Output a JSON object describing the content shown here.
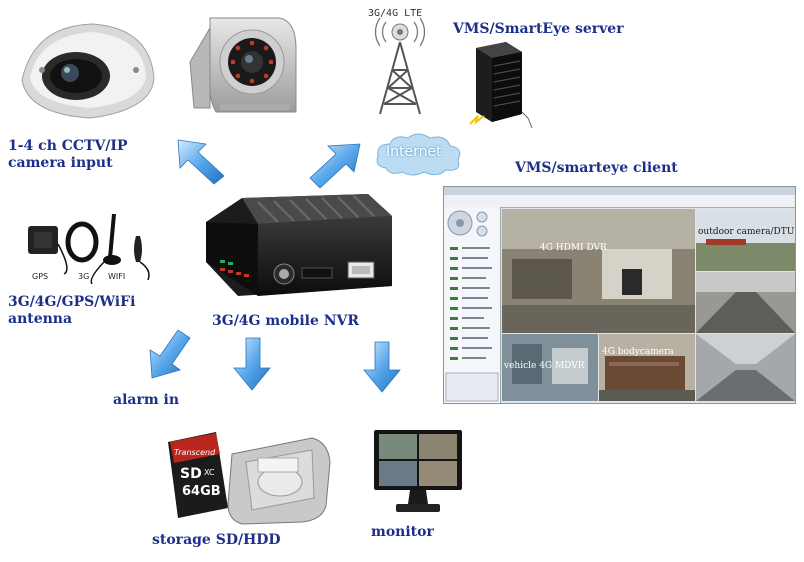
{
  "labels": {
    "camera": [
      "1-4 ch CCTV/IP",
      "camera input"
    ],
    "tower": "3G/4G LTE",
    "server": "VMS/SmartEye server",
    "internet": "Internet",
    "client": "VMS/smarteye client",
    "antenna": [
      "3G/4G/GPS/WiFi",
      "antenna"
    ],
    "antenna_icons": [
      "GPS",
      "3G",
      "WIFI"
    ],
    "nvr": "3G/4G mobile NVR",
    "alarm": "alarm in",
    "storage": "storage SD/HDD",
    "monitor": "monitor",
    "sd_brand": "Transcend",
    "sd_type": "SD",
    "sd_xc": "XC",
    "sd_capacity": "64GB"
  },
  "client_screen": {
    "tile_labels": [
      "4G HDMI DVR",
      "outdoor camera/DTU",
      "vehicle 4G MDVR",
      "4G bodycamera"
    ]
  },
  "colors": {
    "label": "#1d2f8a",
    "arrow": "#3b8fd6",
    "arrow_light": "#9fd0f6"
  }
}
